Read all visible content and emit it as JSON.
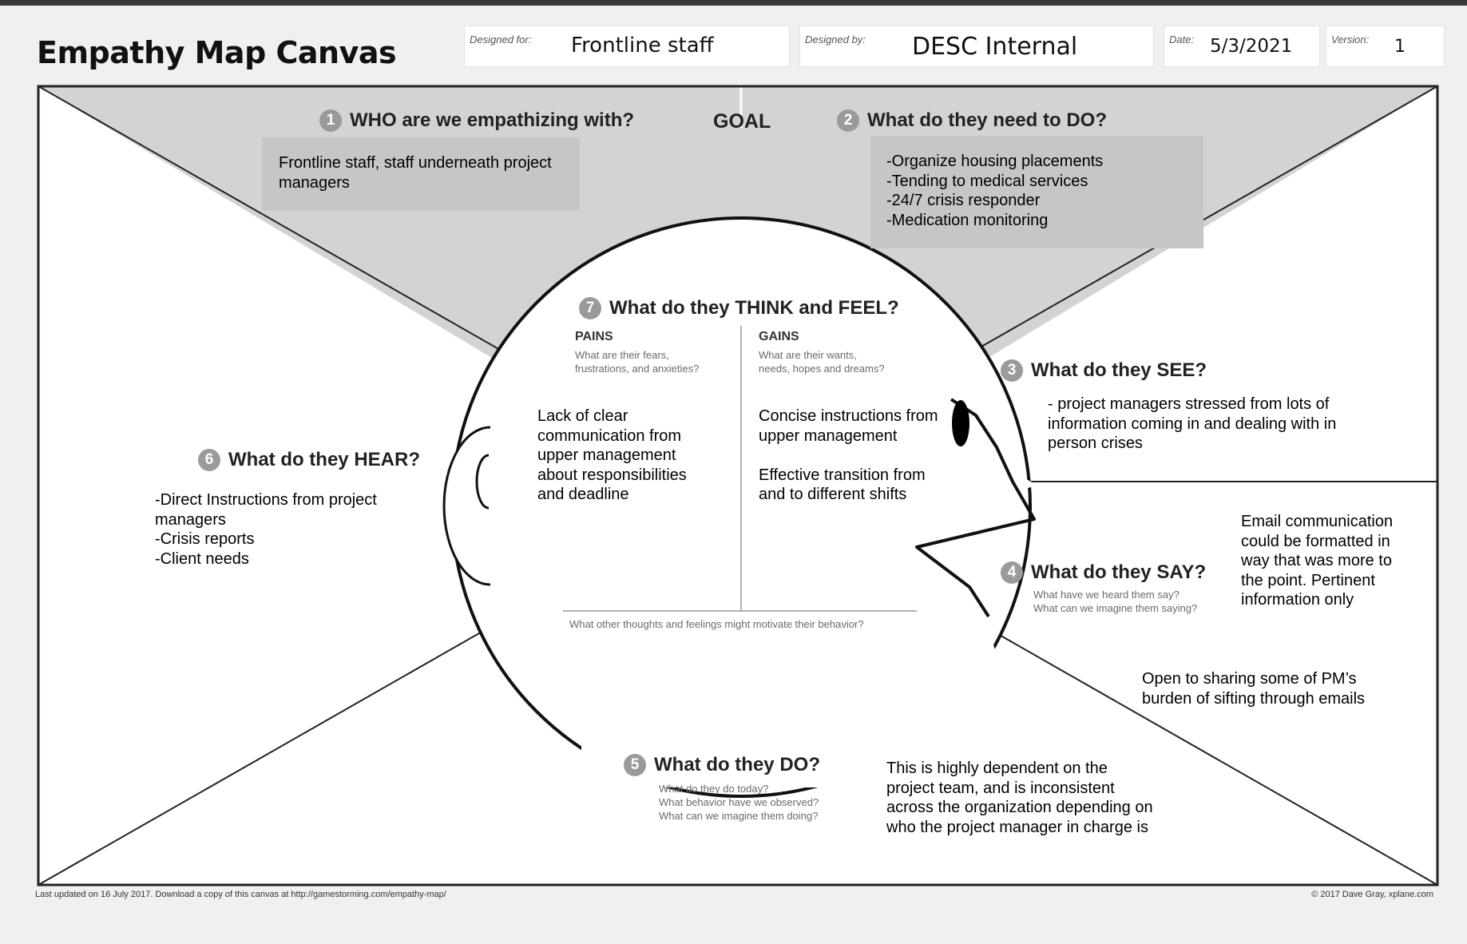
{
  "header": {
    "title": "Empathy Map Canvas",
    "designed_for_label": "Designed for:",
    "designed_for": "Frontline staff",
    "designed_by_label": "Designed by:",
    "designed_by": "DESC Internal",
    "date_label": "Date:",
    "date": "5/3/2021",
    "version_label": "Version:",
    "version": "1"
  },
  "goal": "GOAL",
  "sections": {
    "who": {
      "num": "1",
      "heading": "WHO are we empathizing with?",
      "note": "Frontline staff, staff underneath project\nmanagers"
    },
    "do_need": {
      "num": "2",
      "heading": "What do they need to DO?",
      "note": "-Organize housing placements\n-Tending to medical services\n-24/7 crisis responder\n-Medication monitoring"
    },
    "see": {
      "num": "3",
      "heading": "What do they SEE?",
      "note": "- project managers stressed from lots of\ninformation coming in and dealing with in\nperson crises"
    },
    "say": {
      "num": "4",
      "heading": "What do they SAY?",
      "sub": "What have we heard them say?\nWhat can we imagine them saying?",
      "note1": "Email communication\ncould be formatted in\nway that was more to\nthe point. Pertinent\ninformation only",
      "note2": "Open to sharing some of PM’s\nburden of sifting through emails"
    },
    "do": {
      "num": "5",
      "heading": "What do they DO?",
      "sub": "What do they do today?\nWhat behavior have we observed?\nWhat can we imagine them doing?",
      "note": "This is highly dependent on the\nproject team, and is inconsistent\nacross the organization depending on\nwho the project manager in charge is"
    },
    "hear": {
      "num": "6",
      "heading": "What do they HEAR?",
      "note": "-Direct Instructions from project\nmanagers\n-Crisis reports\n-Client needs"
    },
    "think": {
      "num": "7",
      "heading": "What do they THINK and FEEL?",
      "pains_label": "PAINS",
      "pains_sub": "What are their fears,\nfrustrations, and anxieties?",
      "gains_label": "GAINS",
      "gains_sub": "What are their wants,\nneeds, hopes and dreams?",
      "pains_note": "Lack of clear\ncommunication from\nupper management\nabout responsibilities\nand deadline",
      "gains_note": "Concise instructions from\nupper management\n\nEffective transition from\nand to different shifts",
      "bottom": "What other thoughts and feelings might motivate their behavior?"
    }
  },
  "footer": {
    "left": "Last updated on 16 July 2017. Download a copy of this canvas at http://gamestorming.com/empathy-map/",
    "right": "© 2017 Dave Gray, xplane.com"
  }
}
